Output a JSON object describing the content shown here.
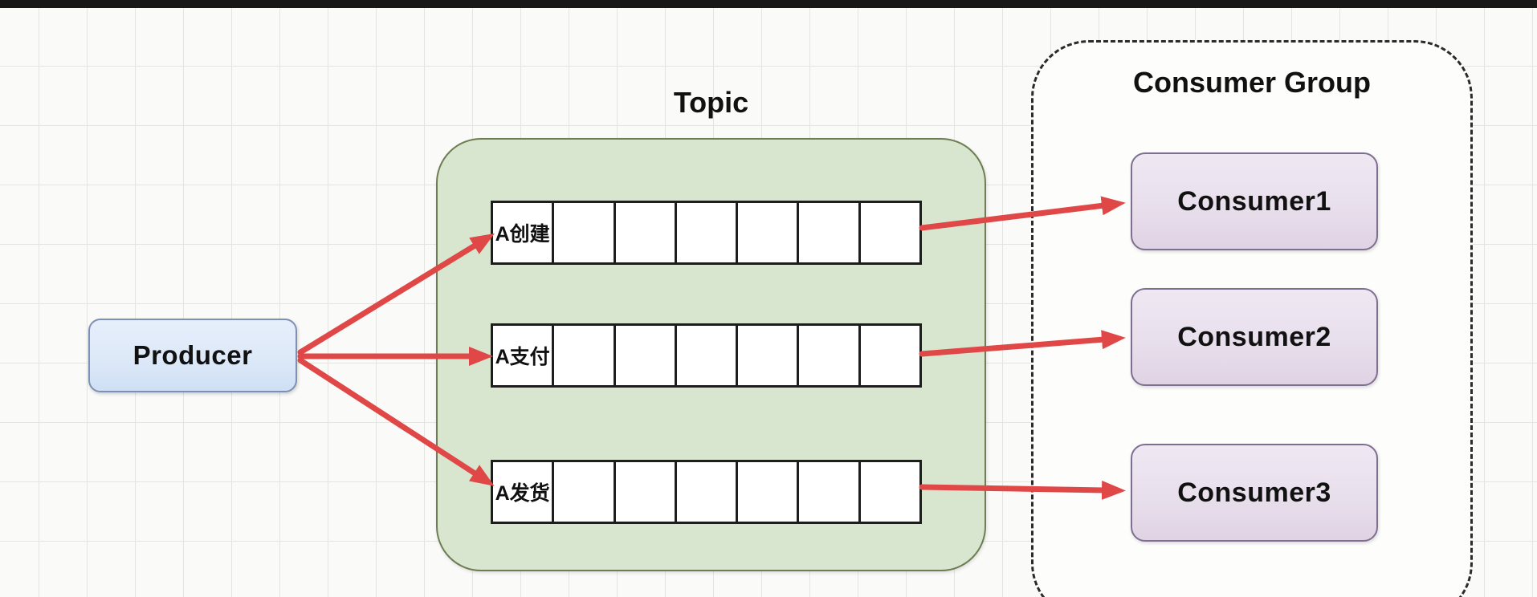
{
  "producer": {
    "label": "Producer"
  },
  "topic": {
    "title": "Topic",
    "partitions": [
      {
        "label": "A创建",
        "cells": 7
      },
      {
        "label": "A支付",
        "cells": 7
      },
      {
        "label": "A发货",
        "cells": 7
      }
    ]
  },
  "consumer_group": {
    "title": "Consumer Group",
    "consumers": [
      {
        "label": "Consumer1"
      },
      {
        "label": "Consumer2"
      },
      {
        "label": "Consumer3"
      }
    ]
  },
  "colors": {
    "background": "#fafaf8",
    "grid_line": "#e4e4e1",
    "letterbox": "#181818",
    "arrow": "#e04747",
    "producer_fill": "#dde9f8",
    "producer_border": "#7d90b5",
    "topic_fill": "#d8e6d0",
    "topic_border": "#6e7e52",
    "partition_border": "#1d1d1d",
    "consumer_fill": "#e8dfec",
    "consumer_border": "#7e6f92",
    "group_border": "#2b2b2b",
    "text": "#111111"
  }
}
